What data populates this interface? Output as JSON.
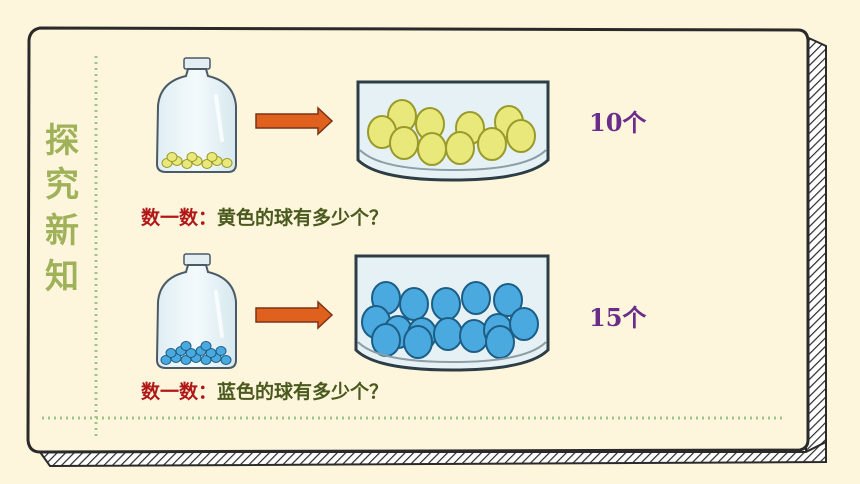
{
  "side_title": [
    "探",
    "究",
    "新",
    "知"
  ],
  "rows": [
    {
      "prompt_lead": "数一数：",
      "prompt_rest": "黄色的球有多少个？",
      "count": "10个",
      "ball_color": "#e9e87a",
      "ball_stroke": "#9a9a2a"
    },
    {
      "prompt_lead": "数一数：",
      "prompt_rest": "蓝色的球有多少个？",
      "count": "15个",
      "ball_color": "#4aaadf",
      "ball_stroke": "#1d5e86"
    }
  ],
  "colors": {
    "background": "#fdf5dc",
    "side_title": "#9fb25a",
    "prompt_lead": "#b01818",
    "prompt_rest": "#4a5a1e",
    "count": "#6a2e8a",
    "arrow": "#e0601e",
    "dotted_line": "#9ec48a"
  }
}
